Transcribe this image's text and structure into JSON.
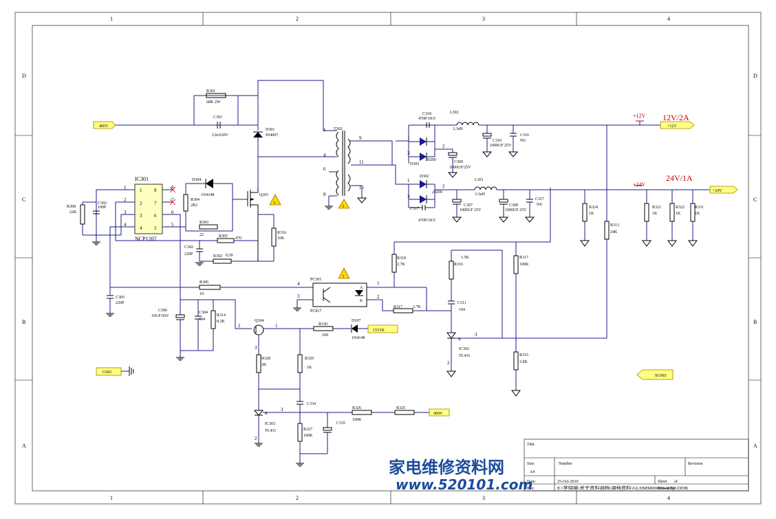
{
  "border": {
    "cols": [
      "1",
      "2",
      "3",
      "4"
    ],
    "rows": [
      "D",
      "C",
      "B",
      "A"
    ]
  },
  "nets": {
    "v400_in": "400V",
    "v400_fb": "400V",
    "v15": "15VIN",
    "gnd": "GND",
    "sgnd": "SGND",
    "out12_flag": "+12V",
    "out24_flag": "+24V",
    "out12_port": "+12V",
    "out24_port": "+24V",
    "out12_title": "12V/2A",
    "out24_title": "24V/1A"
  },
  "parts": {
    "R301": {
      "ref": "R301",
      "val": "68K 2W"
    },
    "C301": {
      "ref": "C301",
      "val": "12n/630V"
    },
    "D301": {
      "ref": "D301",
      "val": "IN4007"
    },
    "T302": {
      "ref": "T302"
    },
    "IC301": {
      "ref": "IC301",
      "val": "NCP1207"
    },
    "R308": {
      "ref": "R308",
      "val": "22K"
    },
    "C302a": {
      "ref": "C302",
      "val": "100P"
    },
    "D304": {
      "ref": "D304",
      "val": "1N4148"
    },
    "R304": {
      "ref": "R304",
      "val": "2R2"
    },
    "Q301": {
      "ref": "Q301"
    },
    "R303": {
      "ref": "R303",
      "val": "22"
    },
    "R305": {
      "ref": "R305",
      "val": "470"
    },
    "R316a": {
      "ref": "R316",
      "val": "10K"
    },
    "C302b": {
      "ref": "C302",
      "val": "220P"
    },
    "R302": {
      "ref": "R302",
      "val": "0.39"
    },
    "R306": {
      "ref": "R306",
      "val": "10"
    },
    "C305": {
      "ref": "C305",
      "val": "220P"
    },
    "C306": {
      "ref": "C306",
      "val": "10UF/50V"
    },
    "C304": {
      "ref": "C304",
      "val": "104"
    },
    "R314": {
      "ref": "R314",
      "val": "8.2K"
    },
    "Q304": {
      "ref": "Q304"
    },
    "R330": {
      "ref": "R330",
      "val": "100"
    },
    "D107": {
      "ref": "D107",
      "val": "1N4148"
    },
    "R328": {
      "ref": "R328",
      "val": "2K"
    },
    "R329": {
      "ref": "R329",
      "val": "1K"
    },
    "C334": {
      "ref": "C334"
    },
    "IC303": {
      "ref": "IC303",
      "val": "TL431"
    },
    "R327": {
      "ref": "R327",
      "val": "100K"
    },
    "C335": {
      "ref": "C335"
    },
    "R326": {
      "ref": "R326",
      "val": "100K"
    },
    "R325": {
      "ref": "R325"
    },
    "PC301": {
      "ref": "PC301",
      "val": "PC817"
    },
    "R318": {
      "ref": "R318",
      "val": "2.7K"
    },
    "R317a": {
      "ref": "R317",
      "val": "2.7K"
    },
    "R316b": {
      "ref": "R316",
      "val": "1.5K"
    },
    "C311": {
      "ref": "C311",
      "val": "104"
    },
    "IC302": {
      "ref": "IC302",
      "val": "TL431"
    },
    "R317b": {
      "ref": "R317",
      "val": "100K"
    },
    "R315": {
      "ref": "R315",
      "val": "3.9K"
    },
    "R313": {
      "ref": "R313",
      "val": "24K"
    },
    "R324": {
      "ref": "R324",
      "val": "1K"
    },
    "R321": {
      "ref": "R321",
      "val": "1K"
    },
    "R322": {
      "ref": "R322",
      "val": "1K"
    },
    "R331": {
      "ref": "R331",
      "val": "1K"
    },
    "C318": {
      "ref": "C318",
      "val": "470P/1KV"
    },
    "L302": {
      "ref": "L302",
      "val": "3.3uH"
    },
    "D303": {
      "ref": "D303",
      "val": "20200"
    },
    "C309": {
      "ref": "C309",
      "val": "1000UF/25V"
    },
    "C310": {
      "ref": "C310",
      "val": "1000UF 25V"
    },
    "C316": {
      "ref": "C316",
      "val": "NU"
    },
    "D302": {
      "ref": "D302",
      "val": "20200"
    },
    "C317a": {
      "ref": "C317",
      "val": "470P/1KV"
    },
    "L301": {
      "ref": "L301",
      "val": "3.3uH"
    },
    "C307": {
      "ref": "C307",
      "val": "1000UF 25V"
    },
    "C308": {
      "ref": "C308",
      "val": "1000UF 25V"
    },
    "C317b": {
      "ref": "C317",
      "val": "NU"
    }
  },
  "title_block": {
    "title_label": "Title",
    "size_label": "Size",
    "size_value": "A4",
    "number_label": "Number",
    "revision_label": "Revision",
    "date_label": "Date:",
    "date_value": "25-Oct-2010",
    "sheet_label": "Sheet",
    "sheet_of": "of",
    "file_label": "File:",
    "file_value": "E:\\李晓瑜\\关于资料调档\\调档资料\\GLDMM00000-0000.DDB",
    "drawn_label": "Drawn By:"
  },
  "watermark": {
    "line1": "家电维修资料网",
    "line2": "www.520101.com"
  },
  "colors": {
    "wire": "#1a1a8c",
    "net_flag": "#c00000",
    "label_fill": "#ffff80",
    "watermark": "#1c4b9c"
  }
}
